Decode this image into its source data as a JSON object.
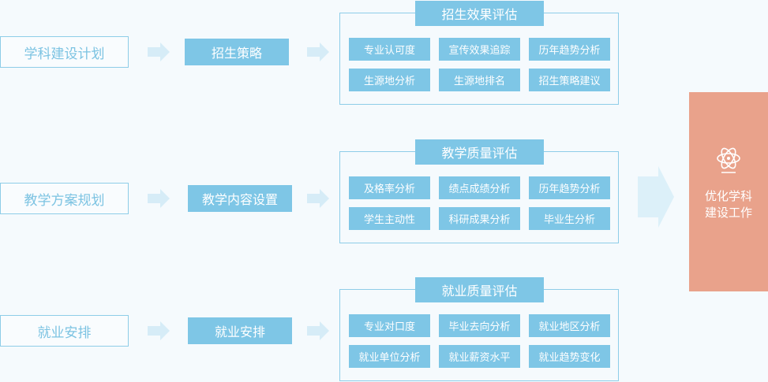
{
  "lanes": [
    {
      "label": "学科建设计划",
      "stage": "招生策略",
      "group_title": "招生效果评估",
      "items": [
        "专业认可度",
        "宣传效果追踪",
        "历年趋势分析",
        "生源地分析",
        "生源地排名",
        "招生策略建议"
      ]
    },
    {
      "label": "教学方案规划",
      "stage": "教学内容设置",
      "group_title": "教学质量评估",
      "items": [
        "及格率分析",
        "绩点成绩分析",
        "历年趋势分析",
        "学生主动性",
        "科研成果分析",
        "毕业生分析"
      ]
    },
    {
      "label": "就业安排",
      "stage": "就业安排",
      "group_title": "就业质量评估",
      "items": [
        "专业对口度",
        "毕业去向分析",
        "就业地区分析",
        "就业单位分析",
        "就业薪资水平",
        "就业趋势变化"
      ]
    }
  ],
  "final": {
    "label": "优化学科\n建设工作",
    "icon": "atom-icon"
  },
  "colors": {
    "accent": "#7ec6e6",
    "border": "#8ecde8",
    "final": "#e9a28b",
    "background": "#f5fafd"
  }
}
